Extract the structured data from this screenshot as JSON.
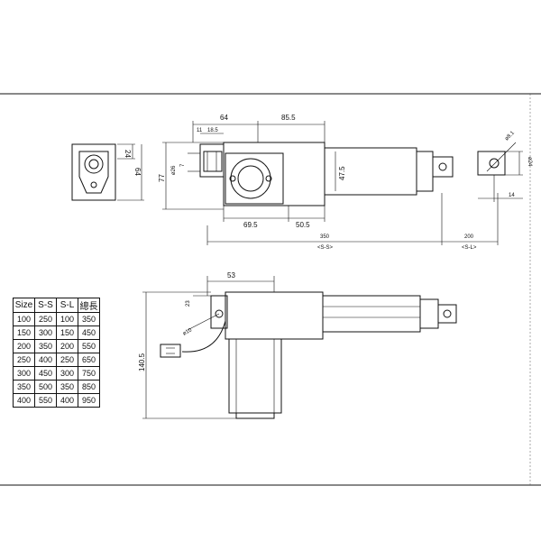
{
  "top_view": {
    "dims": {
      "d64": "64",
      "d85_5": "85.5",
      "d11": "11",
      "d18_5": "18.5",
      "d7": "7",
      "d26": "ø26",
      "d77": "77",
      "d47_5": "47.5",
      "d69_5": "69.5",
      "d50_5": "50.5",
      "d350": "350",
      "d350_sub": "<S-S>",
      "d200": "200",
      "d200_sub": "<S-L>",
      "d8_1": "ø8.1",
      "d24": "ø24",
      "d14": "14"
    }
  },
  "end_view": {
    "dims": {
      "d24": "24",
      "d64": "64"
    }
  },
  "side_view": {
    "dims": {
      "d53": "53",
      "d23": "23",
      "d10": "ø10",
      "d140_5": "140.5"
    }
  },
  "size_table": {
    "headers": [
      "Size",
      "S-S",
      "S-L",
      "總長"
    ],
    "rows": [
      [
        "100",
        "250",
        "100",
        "350"
      ],
      [
        "150",
        "300",
        "150",
        "450"
      ],
      [
        "200",
        "350",
        "200",
        "550"
      ],
      [
        "250",
        "400",
        "250",
        "650"
      ],
      [
        "300",
        "450",
        "300",
        "750"
      ],
      [
        "350",
        "500",
        "350",
        "850"
      ],
      [
        "400",
        "550",
        "400",
        "950"
      ]
    ]
  }
}
